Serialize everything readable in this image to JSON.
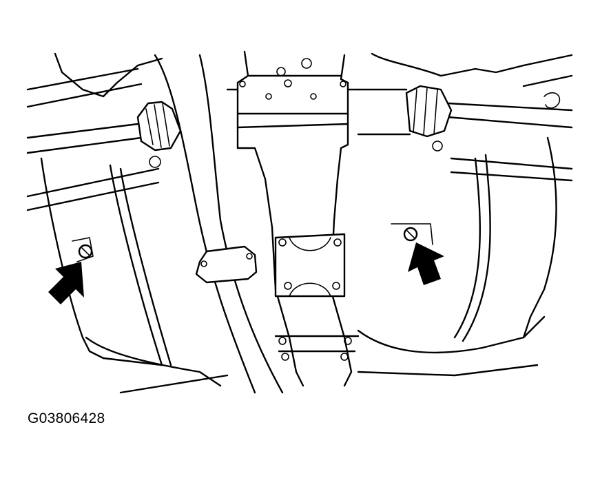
{
  "figure": {
    "code": "G03806428",
    "subject": "underbody-differential-drain-fill-plugs",
    "arrow_count": 2,
    "colors": {
      "line": "#000000",
      "background": "#ffffff"
    }
  }
}
